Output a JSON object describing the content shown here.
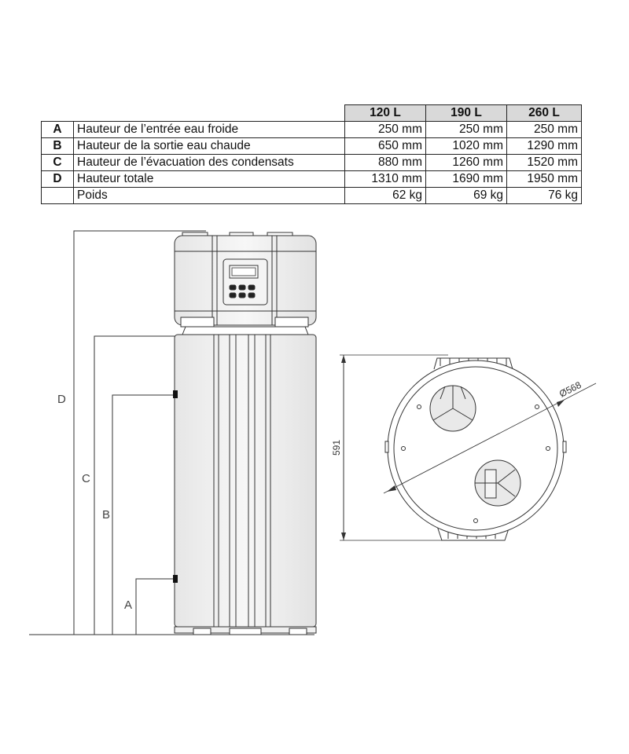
{
  "table": {
    "columns": [
      "120 L",
      "190 L",
      "260 L"
    ],
    "rows": [
      {
        "code": "A",
        "label": "Hauteur de l’entrée eau froide",
        "values": [
          "250 mm",
          "250 mm",
          "250 mm"
        ]
      },
      {
        "code": "B",
        "label": "Hauteur de la sortie eau chaude",
        "values": [
          "650 mm",
          "1020 mm",
          "1290 mm"
        ]
      },
      {
        "code": "C",
        "label": "Hauteur de l’évacuation des condensats",
        "values": [
          "880 mm",
          "1260 mm",
          "1520 mm"
        ]
      },
      {
        "code": "D",
        "label": "Hauteur totale",
        "values": [
          "1310 mm",
          "1690 mm",
          "1950 mm"
        ]
      },
      {
        "code": "",
        "label": "Poids",
        "values": [
          "62 kg",
          "69 kg",
          "76 kg"
        ]
      }
    ]
  },
  "side_view": {
    "dim_labels": {
      "d": "D",
      "c": "C",
      "b": "B",
      "a": "A"
    }
  },
  "top_view": {
    "height_label": "591",
    "diameter_label": "Ø568"
  }
}
